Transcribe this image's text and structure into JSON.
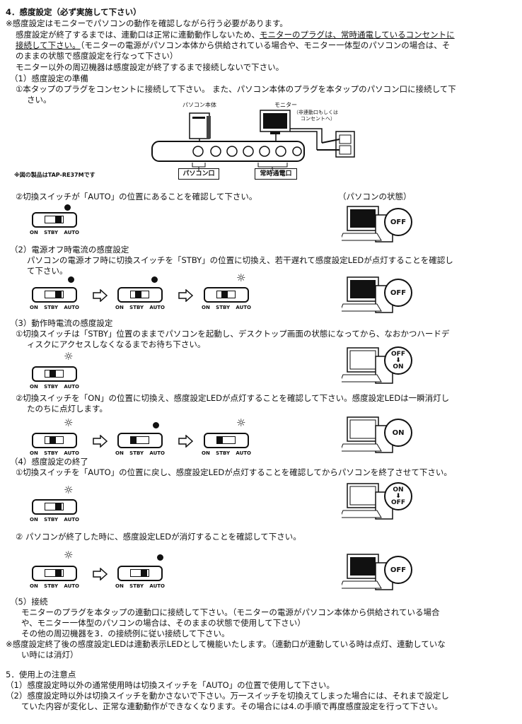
{
  "sec4": {
    "title": "4．感度設定（必ず実施して下さい）",
    "p1": "※感度設定はモニターでパソコンの動作を確認しながら行う必要があります。",
    "p2a": "感度設定が終了するまでは、連動口は正常に連動動作しないため、",
    "p2b": "モニターのプラグは、常時通電しているコンセントに",
    "p3a": "接続して下さい。",
    "p3b": "（モニターの電源がパソコン本体から供給されている場合や、モニター一体型のパソコンの場合は、そ",
    "p4": "のままの状態で感度設定を行なって下さい）",
    "p5": "モニター以外の周辺機器は感度設定が終了するまで接続しないで下さい。"
  },
  "s1": {
    "title": "（1）感度設定の準備",
    "line1": "①本タップのプラグをコンセントに接続して下さい。 また、パソコン本体のプラグを本タップのパソコン口に接続して下",
    "line2": "さい。",
    "pc_label": "パソコン本体",
    "monitor_label": "モニター",
    "monitor_note1": "（非連動口もしくは",
    "monitor_note2": "コンセントへ）",
    "port_pc": "パソコン口",
    "port_always": "常時通電口",
    "model_note": "※図の製品はTAP-RE37Mです",
    "line3": "②切換スイッチが「AUTO」の位置にあることを確認して下さい。",
    "pc_state": "（パソコンの状態）"
  },
  "switch_labels": {
    "on": "ON",
    "stby": "STBY",
    "auto": "AUTO"
  },
  "bubbles": {
    "off": "OFF",
    "on": "ON",
    "off_arrow": "OFF",
    "on_under": "ON",
    "on_top": "ON",
    "off_under": "OFF"
  },
  "s2": {
    "title": "（2）電源オフ時電流の感度設定",
    "line1": "パソコンの電源オフ時に切換スイッチを「STBY」の位置に切換え、若干遅れて感度設定LEDが点灯することを確認し",
    "line2": "て下さい。"
  },
  "s3": {
    "title": "（3）動作時電流の感度設定",
    "line1": "①切換スイッチは「STBY」位置のままでパソコンを起動し、デスクトップ画面の状態になってから、なおかつハードデ",
    "line2": "ィスクにアクセスしなくなるまでお待ち下さい。",
    "line3": "②切換スイッチを「ON」の位置に切換え、感度設定LEDが点灯することを確認して下さい。感度設定LEDは一瞬消灯し",
    "line4": "たのちに点灯します。"
  },
  "s4": {
    "title": "（4）感度設定の終了",
    "line1": "①切換スイッチを「AUTO」の位置に戻し、感度設定LEDが点灯することを確認してからパソコンを終了させて下さい。",
    "line2": "② パソコンが終了した時に、感度設定LEDが消灯することを確認して下さい。"
  },
  "s5": {
    "title": "（5）接続",
    "line1": "モニターのプラグを本タップの連動口に接続して下さい。（モニターの電源がパソコン本体から供給されている場合",
    "line2": "や、モニター一体型のパソコンの場合は、そのままの状態で使用して下さい）",
    "line3": "その他の周辺機器を3．の接続例に従い接続して下さい。",
    "line4": "※感度設定終了後の感度設定LEDは連動表示LEDとして機能いたします。（連動口が連動している時は点灯、連動していな",
    "line5": "い時には消灯）"
  },
  "sec5": {
    "title": "5．使用上の注意点",
    "line1": "（1）感度設定時以外の通常使用時は切換スイッチを「AUTO」の位置で使用して下さい。",
    "line2": "（2）感度設定時以外は切換スイッチを動かさないで下さい。万一スイッチを切換えてしまった場合には、それまで設定し",
    "line3": "ていた内容が変化し、正常な連動動作ができなくなります。その場合には4.の手順で再度感度設定を行って下さい。"
  }
}
